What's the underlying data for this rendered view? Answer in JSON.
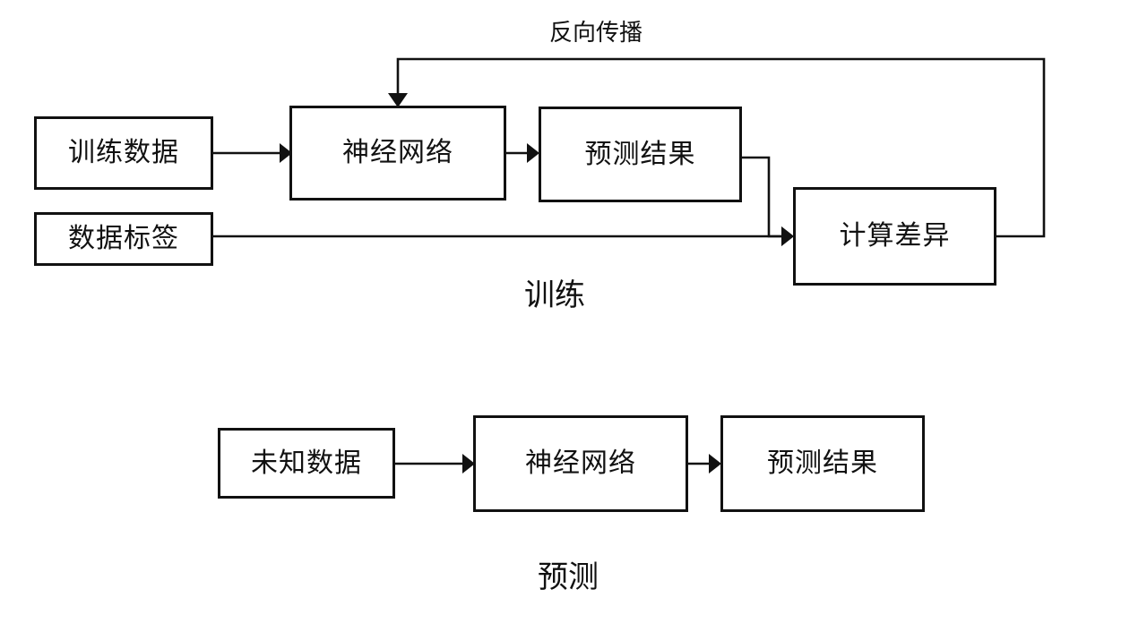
{
  "diagram": {
    "title_hidden": "",
    "sections": [
      {
        "id": "training",
        "caption": "训练",
        "nodes": [
          {
            "id": "training-data",
            "label": "训练数据"
          },
          {
            "id": "data-labels",
            "label": "数据标签"
          },
          {
            "id": "neural-network-train",
            "label": "神经网络"
          },
          {
            "id": "prediction-result-train",
            "label": "预测结果"
          },
          {
            "id": "compute-difference",
            "label": "计算差异"
          }
        ],
        "edges": [
          {
            "id": "e1",
            "label": "",
            "from": "training-data",
            "to": "neural-network-train"
          },
          {
            "id": "e2",
            "label": "",
            "from": "neural-network-train",
            "to": "prediction-result-train"
          },
          {
            "id": "e3",
            "label": "",
            "from": "prediction-result-train",
            "to": "compute-difference"
          },
          {
            "id": "e4",
            "label": "",
            "from": "data-labels",
            "to": "compute-difference"
          },
          {
            "id": "e5",
            "label": "反向传播",
            "from": "compute-difference",
            "to": "neural-network-train"
          }
        ]
      },
      {
        "id": "prediction",
        "caption": "预测",
        "nodes": [
          {
            "id": "unknown-data",
            "label": "未知数据"
          },
          {
            "id": "neural-network-predict",
            "label": "神经网络"
          },
          {
            "id": "prediction-result-predict",
            "label": "预测结果"
          }
        ],
        "edges": [
          {
            "id": "e6",
            "label": "",
            "from": "unknown-data",
            "to": "neural-network-predict"
          },
          {
            "id": "e7",
            "label": "",
            "from": "neural-network-predict",
            "to": "prediction-result-predict"
          }
        ]
      }
    ],
    "colors": {
      "background": "#ffffff",
      "stroke": "#111111",
      "text": "#111111"
    }
  }
}
